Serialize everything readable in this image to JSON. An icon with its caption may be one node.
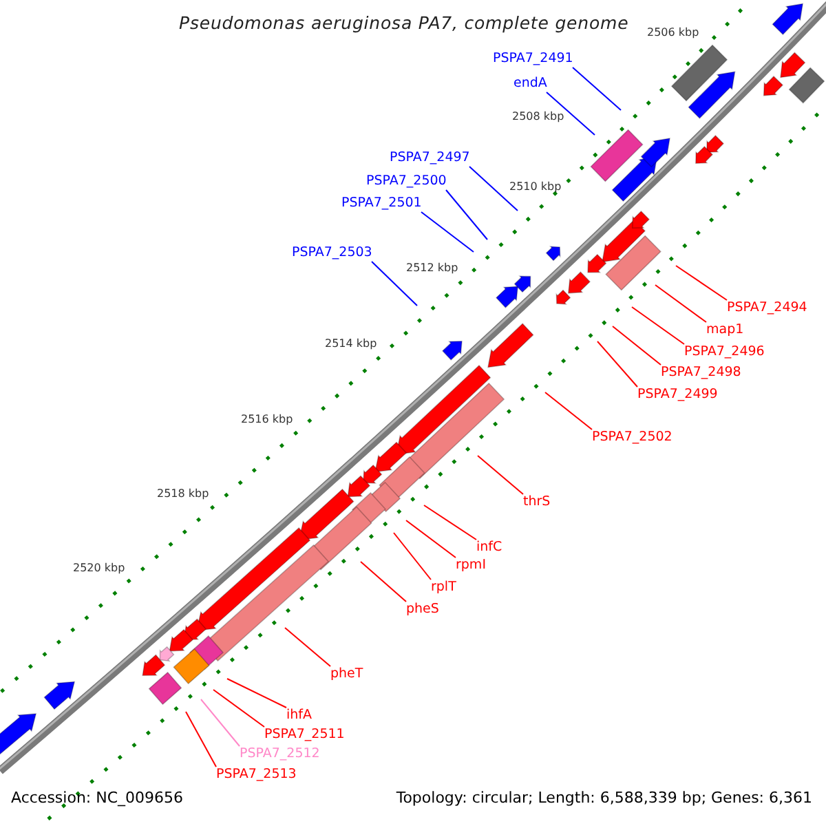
{
  "diagram": {
    "title": "Pseudomonas aeruginosa PA7, complete genome",
    "nodes": [
      {
        "text": [
          "PSPA7_2491"
        ]
      },
      {
        "text": [
          "endA"
        ]
      },
      {
        "text": [
          "PSPA7_2497"
        ]
      },
      {
        "text": [
          "PSPA7_2500"
        ]
      },
      {
        "text": [
          "PSPA7_2501"
        ]
      },
      {
        "text": [
          "PSPA7_2503"
        ]
      },
      {
        "text": [
          "PSPA7_2494"
        ]
      },
      {
        "text": [
          "map1"
        ]
      },
      {
        "text": [
          "PSPA7_2496"
        ]
      },
      {
        "text": [
          "PSPA7_2498"
        ]
      },
      {
        "text": [
          "PSPA7_2499"
        ]
      },
      {
        "text": [
          "PSPA7_2502"
        ]
      },
      {
        "text": [
          "thrS"
        ]
      },
      {
        "text": [
          "infC"
        ]
      },
      {
        "text": [
          "rpmI"
        ]
      },
      {
        "text": [
          "rplT"
        ]
      },
      {
        "text": [
          "pheS"
        ]
      },
      {
        "text": [
          "pheT"
        ]
      },
      {
        "text": [
          "ihfA"
        ]
      },
      {
        "text": [
          "PSPA7_2511"
        ]
      },
      {
        "text": [
          "PSPA7_2512"
        ]
      },
      {
        "text": [
          "PSPA7_2513"
        ]
      }
    ],
    "edges": [
      {
        "from": 0,
        "to": null,
        "arrow": "none",
        "color": "#0000ff"
      },
      {
        "from": 1,
        "to": null,
        "arrow": "none",
        "color": "#0000ff"
      },
      {
        "from": 2,
        "to": null,
        "arrow": "none",
        "color": "#0000ff"
      },
      {
        "from": 3,
        "to": null,
        "arrow": "none",
        "color": "#0000ff"
      },
      {
        "from": 4,
        "to": null,
        "arrow": "none",
        "color": "#0000ff"
      },
      {
        "from": 5,
        "to": null,
        "arrow": "none",
        "color": "#0000ff"
      },
      {
        "from": 6,
        "to": null,
        "arrow": "none"
      },
      {
        "from": 7,
        "to": null,
        "arrow": "none"
      },
      {
        "from": 8,
        "to": null,
        "arrow": "none"
      },
      {
        "from": 9,
        "to": null,
        "arrow": "none"
      },
      {
        "from": 10,
        "to": null,
        "arrow": "none"
      },
      {
        "from": 11,
        "to": null,
        "arrow": "none"
      },
      {
        "from": 12,
        "to": null,
        "arrow": "none"
      },
      {
        "from": 13,
        "to": null,
        "arrow": "none"
      },
      {
        "from": 14,
        "to": null,
        "arrow": "none"
      },
      {
        "from": 15,
        "to": null,
        "arrow": "none"
      },
      {
        "from": 16,
        "to": null,
        "arrow": "none"
      },
      {
        "from": 17,
        "to": null,
        "arrow": "none"
      },
      {
        "from": 18,
        "to": null,
        "arrow": "none"
      },
      {
        "from": 19,
        "to": null,
        "arrow": "none"
      },
      {
        "from": 20,
        "to": null,
        "arrow": "none",
        "color": "#ff88c8"
      },
      {
        "from": 21,
        "to": null,
        "arrow": "none"
      }
    ],
    "labels": [
      "2506 kbp",
      "2508 kbp",
      "2510 kbp",
      "2512 kbp",
      "2514 kbp",
      "2516 kbp",
      "2518 kbp",
      "2520 kbp",
      "Accession: NC_009656",
      "Topology: circular; Length: 6,588,339 bp; Genes: 6,361"
    ]
  }
}
